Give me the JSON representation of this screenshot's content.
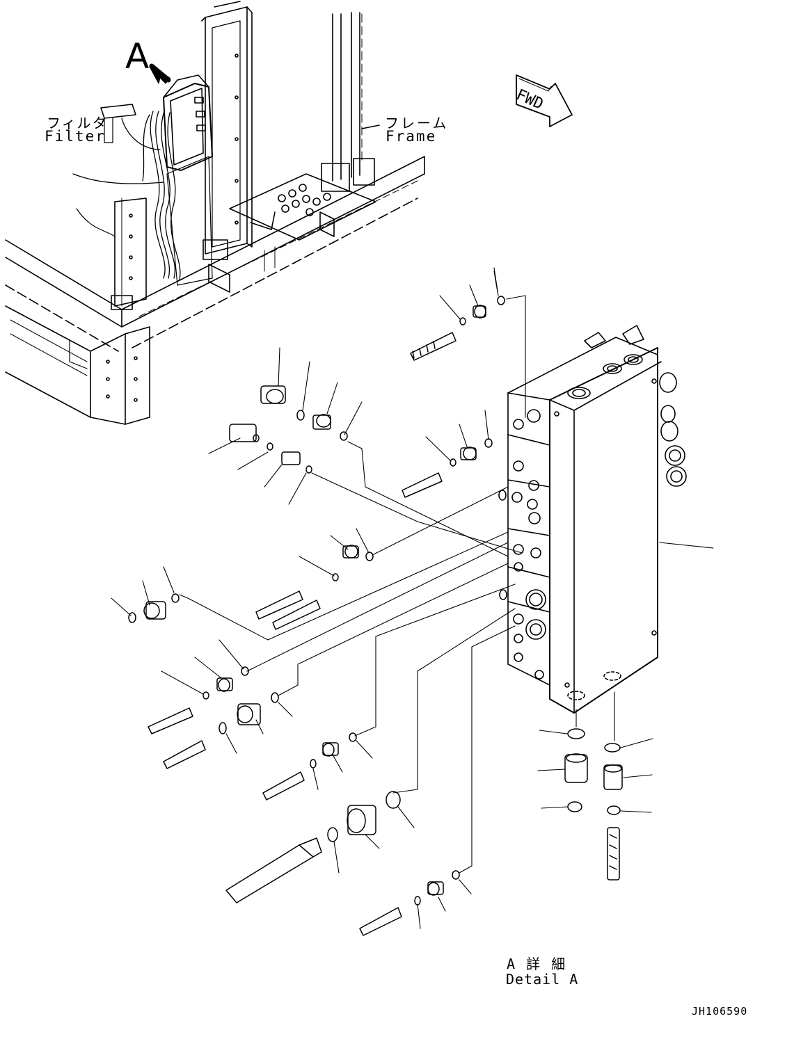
{
  "callouts": {
    "a_marker": "A"
  },
  "labels": {
    "filter_jp": "フィルタ",
    "filter_en": "Filter",
    "frame_jp": "フレーム",
    "frame_en": "Frame",
    "fwd": "FWD",
    "detail_jp": "A 詳 細",
    "detail_en": "Detail A",
    "drawing_number": "JH106590"
  }
}
